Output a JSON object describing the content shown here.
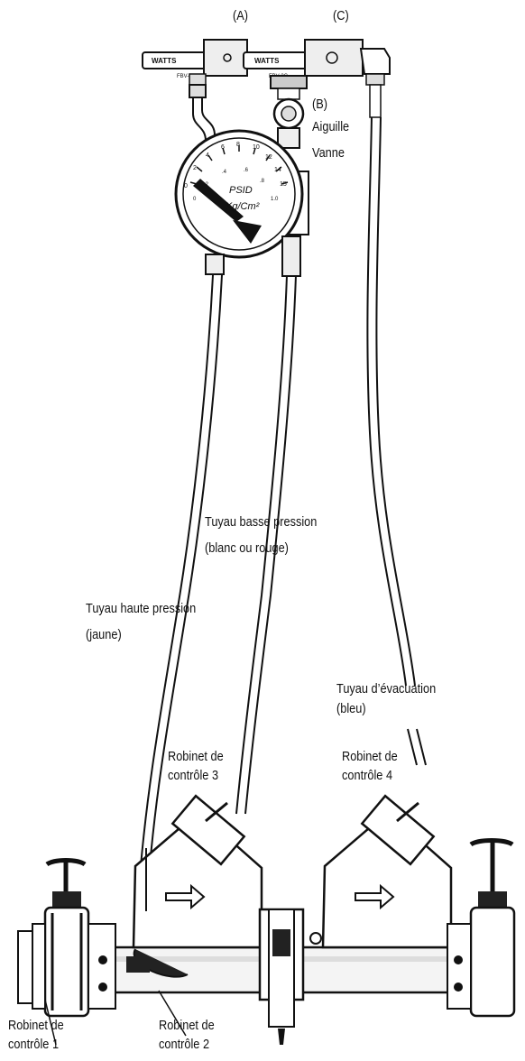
{
  "labels": {
    "valve_a": "(A)",
    "valve_c": "(C)",
    "valve_b": "(B)",
    "needle_line1": "Aiguille",
    "needle_line2": "Vanne",
    "low_pressure_line1": "Tuyau basse pression",
    "low_pressure_line2": "(blanc ou rouge)",
    "high_pressure_line1": "Tuyau haute pression",
    "high_pressure_line2": "(jaune)",
    "drain_line1": "Tuyau d’évacuation",
    "drain_line2": "(bleu)",
    "cock3_line1": "Robinet de",
    "cock3_line2": "contrôle 3",
    "cock4_line1": "Robinet de",
    "cock4_line2": "contrôle 4",
    "cock1_line1": "Robinet de",
    "cock1_line2": "contrôle 1",
    "cock2_line1": "Robinet de",
    "cock2_line2": "contrôle 2"
  },
  "gauge": {
    "unit_top": "PSID",
    "unit_bottom": "Kg/Cm²",
    "scale_outer": [
      "0",
      "2",
      "4",
      "6",
      "8",
      "10",
      "12",
      "14",
      "15"
    ],
    "scale_inner": [
      "0",
      ".2",
      ".4",
      ".6",
      ".8",
      "1.0"
    ]
  },
  "valve_brand": "WATTS",
  "valve_model": "FBV-3C"
}
